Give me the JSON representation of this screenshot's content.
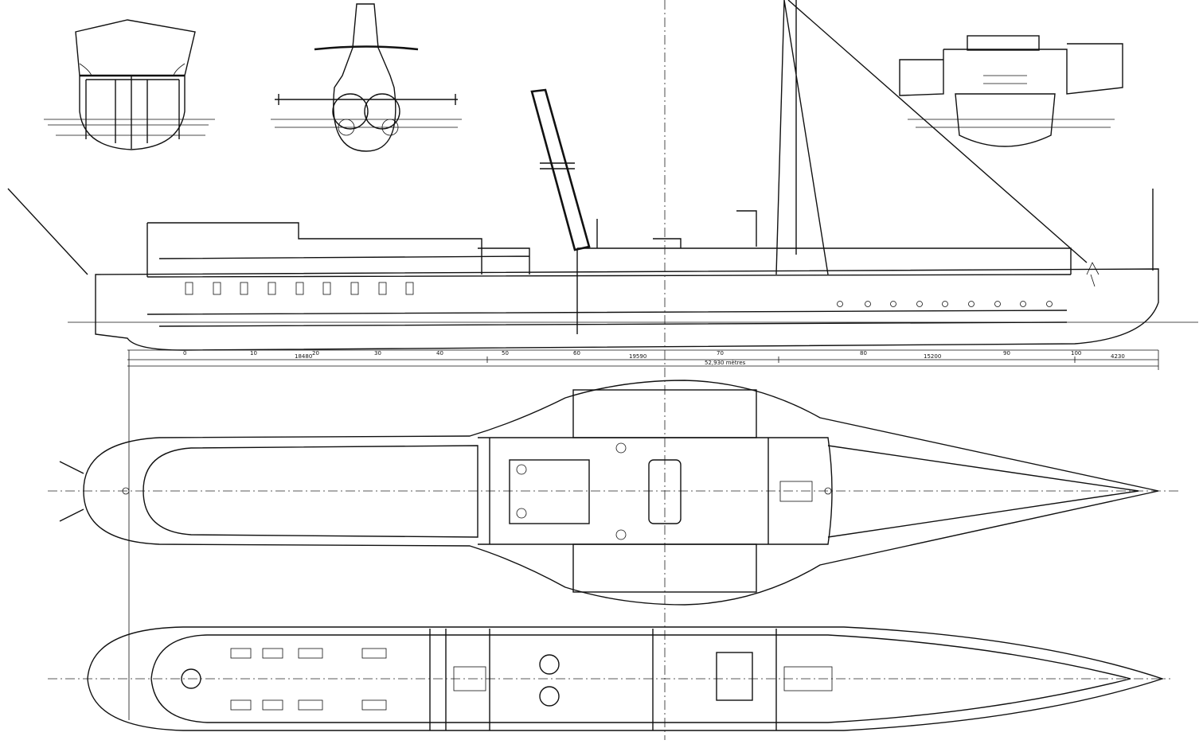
{
  "drawing": {
    "dimensions": {
      "aft": "18480",
      "middle": "19590",
      "forward": "15200",
      "bow": "4230",
      "overall": "52,930 mètres"
    },
    "frame_numbers": [
      "0",
      "10",
      "20",
      "30",
      "40",
      "50",
      "60",
      "70",
      "80",
      "90",
      "100"
    ]
  }
}
